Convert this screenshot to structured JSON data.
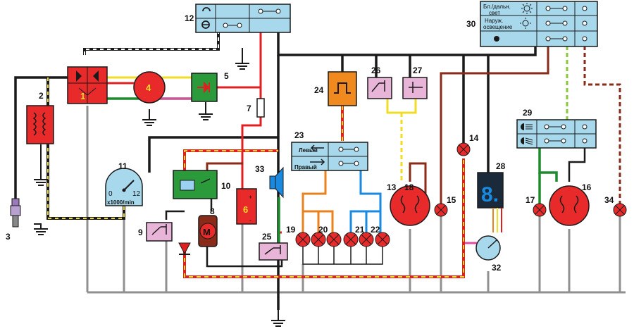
{
  "numbers": {
    "n1": "1",
    "n2": "2",
    "n3": "3",
    "n4": "4",
    "n5": "5",
    "n6": "6",
    "n7": "7",
    "n8": "8",
    "n9": "9",
    "n10": "10",
    "n11": "11",
    "n12": "12",
    "n13": "13",
    "n14": "14",
    "n15": "15",
    "n16": "16",
    "n17": "17",
    "n18": "18",
    "n19": "19",
    "n20": "20",
    "n21": "21",
    "n22": "22",
    "n23": "23",
    "n24": "24",
    "n25": "25",
    "n26": "26",
    "n27": "27",
    "n28": "28",
    "n29": "29",
    "n30": "30",
    "n32": "32",
    "n33": "33",
    "n34": "34"
  },
  "labels": {
    "turn_left": "Левый",
    "turn_right": "Правый",
    "tacho_zero": "0",
    "tacho_twelve": "12",
    "tacho_unit": "x1000/min",
    "sw30_row1_a": "Бл./дальн.",
    "sw30_row1_b": "свет",
    "sw30_row2_a": "Наруж.",
    "sw30_row2_b": "освещение",
    "battery_plus": "+",
    "battery_minus": "-",
    "motor_letter": "M",
    "digit_display": "8."
  },
  "colors": {
    "black": "#1a1a1a",
    "red": "#e02020",
    "green": "#1e8a2e",
    "yellow": "#f0dc28",
    "orange": "#e8821e",
    "blue": "#1a8ae0",
    "gray": "#909090",
    "brown": "#8a2a18",
    "pink": "#e04aa0",
    "box_blue": "#a8d8ec",
    "box_pink": "#e8b4d8",
    "box_orange": "#f08a1e",
    "box_red": "#e82a2a",
    "box_green": "#2a9a3a"
  }
}
